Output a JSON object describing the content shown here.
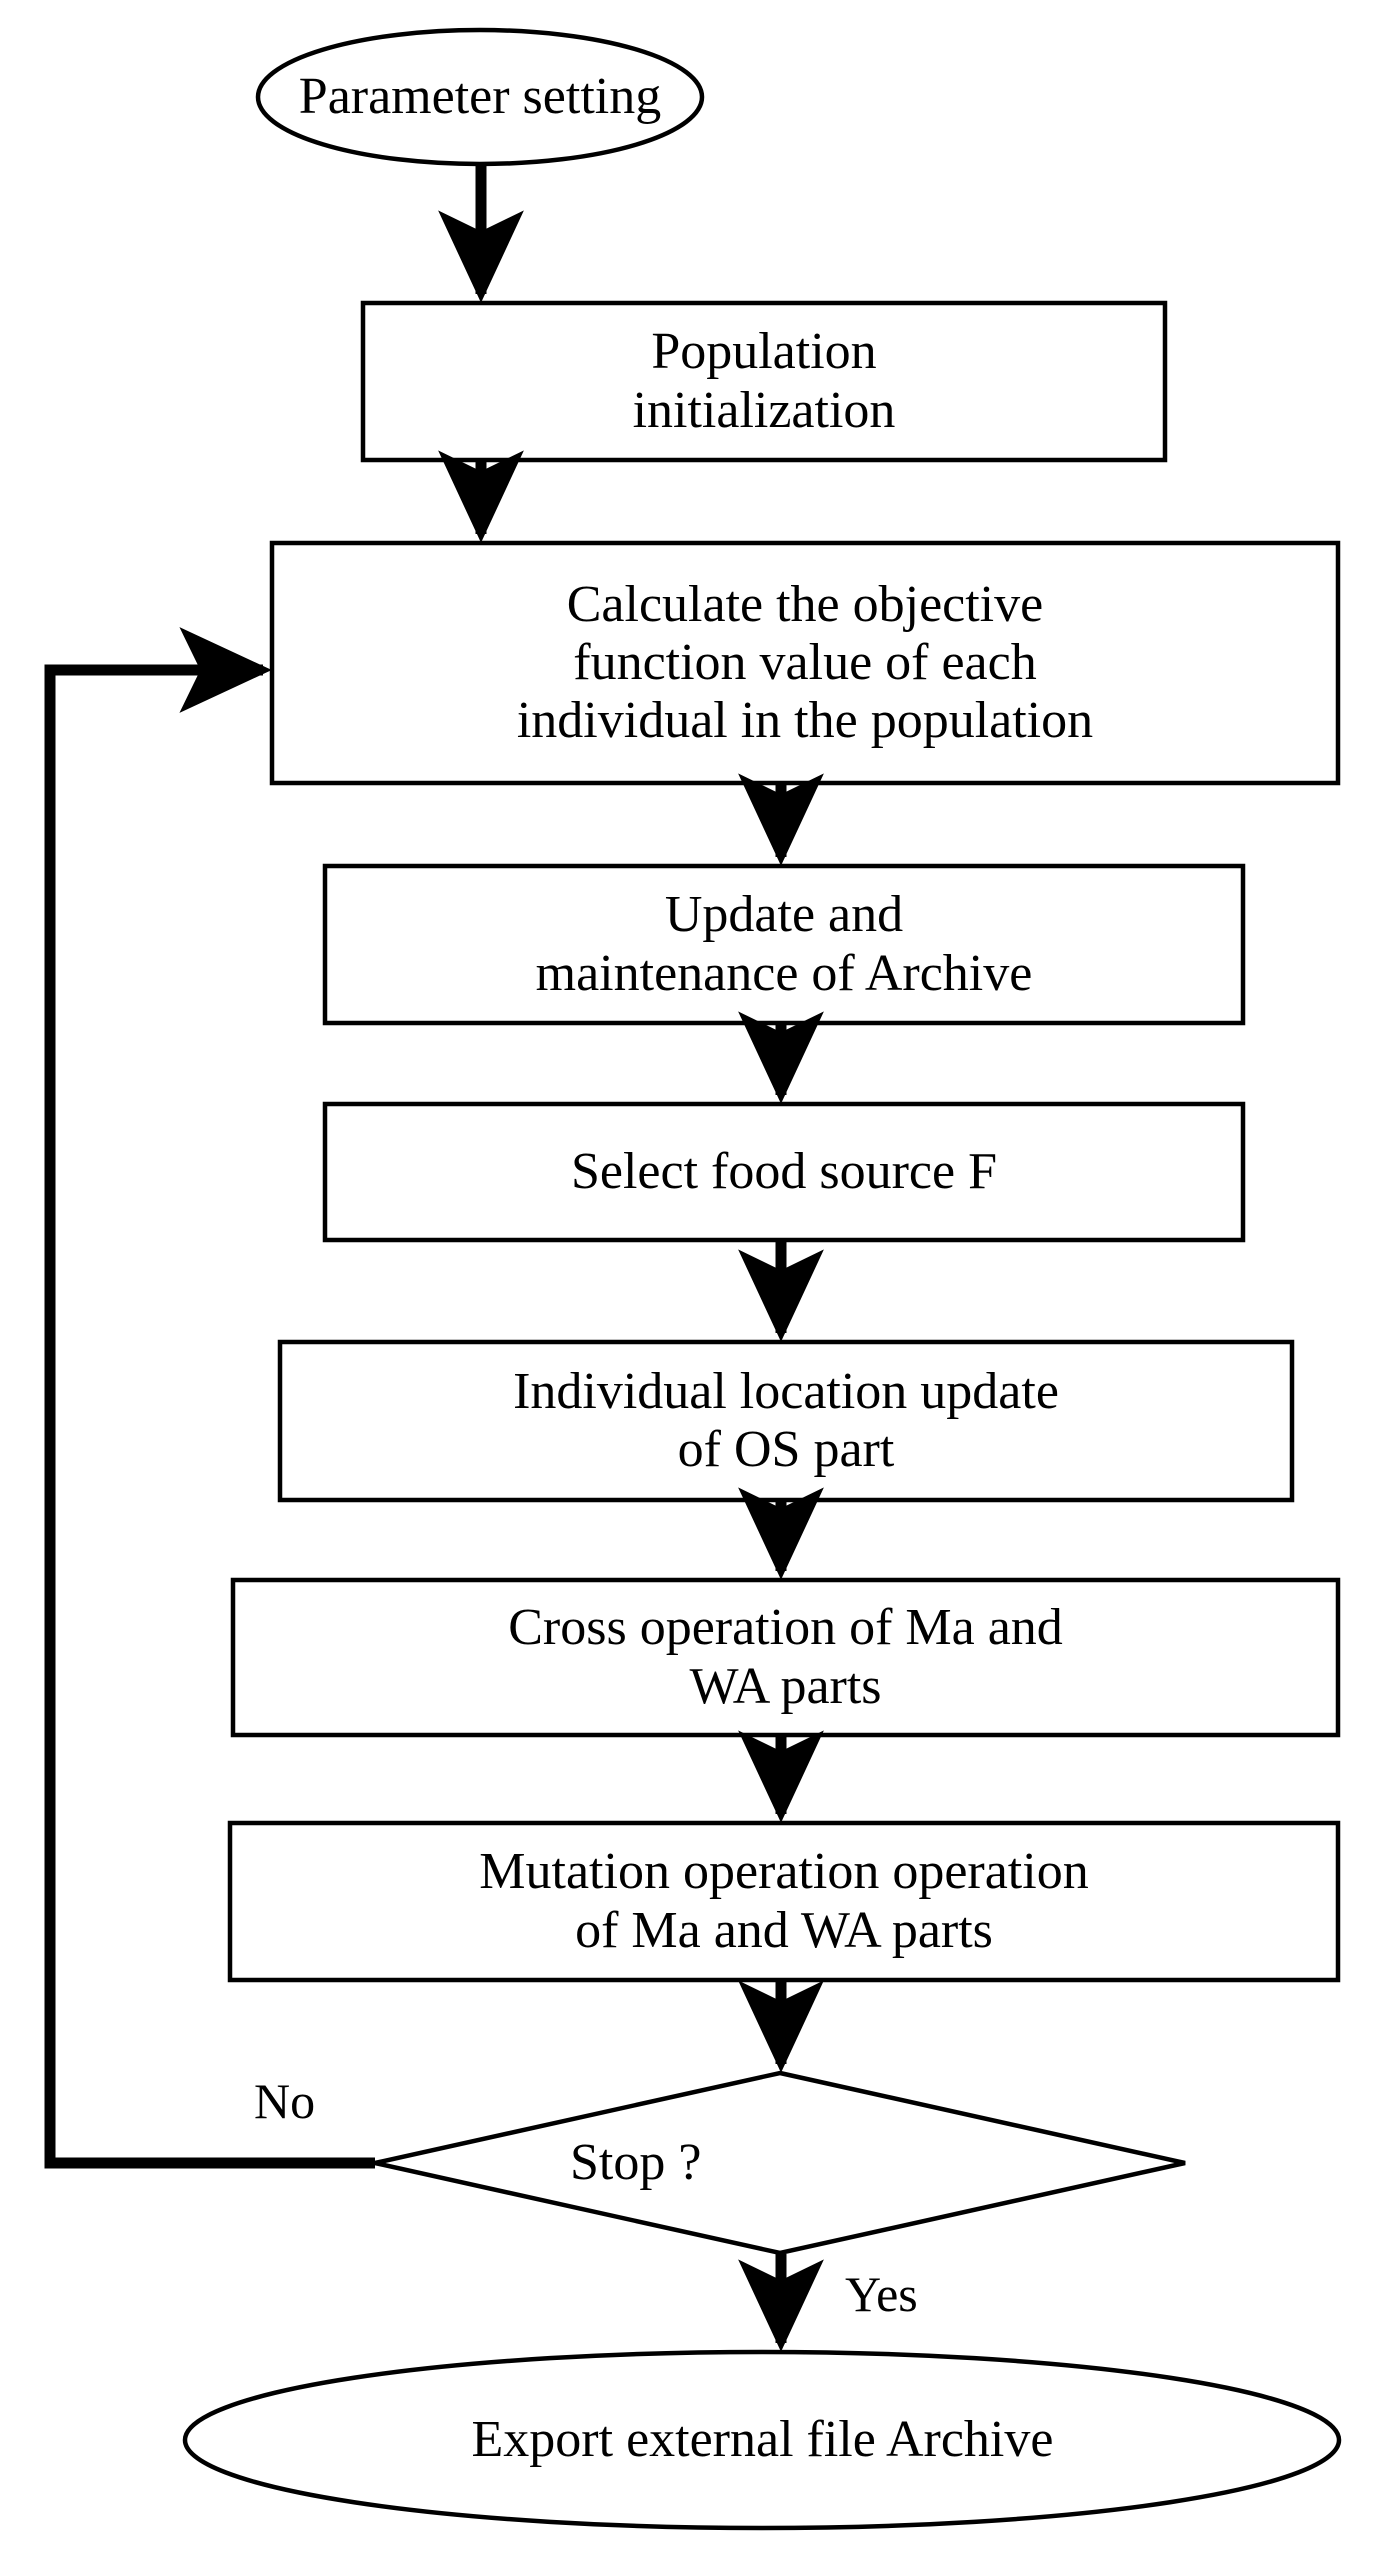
{
  "diagram": {
    "title": "Algorithm flowchart",
    "type": "flowchart",
    "stroke_color": "#000000",
    "fill_color": "#ffffff",
    "background": "#ffffff"
  },
  "nodes": {
    "start": {
      "shape": "ellipse",
      "label": "Parameter setting"
    },
    "init": {
      "shape": "rectangle",
      "label": "Population\ninitialization"
    },
    "calculate": {
      "shape": "rectangle",
      "label": "Calculate the objective\nfunction value of each\nindividual in the population"
    },
    "archive": {
      "shape": "rectangle",
      "label": "Update and\nmaintenance of Archive"
    },
    "food": {
      "shape": "rectangle",
      "label": "Select food source F"
    },
    "os_update": {
      "shape": "rectangle",
      "label": "Individual location update\nof OS part"
    },
    "cross": {
      "shape": "rectangle",
      "label": "Cross operation of Ma and\nWA parts"
    },
    "mutation": {
      "shape": "rectangle",
      "label": "Mutation operation operation\nof Ma and WA parts"
    },
    "stop": {
      "shape": "diamond",
      "label": "Stop ?"
    },
    "end": {
      "shape": "ellipse",
      "label": "Export external file Archive"
    }
  },
  "edge_labels": {
    "no": "No",
    "yes": "Yes"
  }
}
